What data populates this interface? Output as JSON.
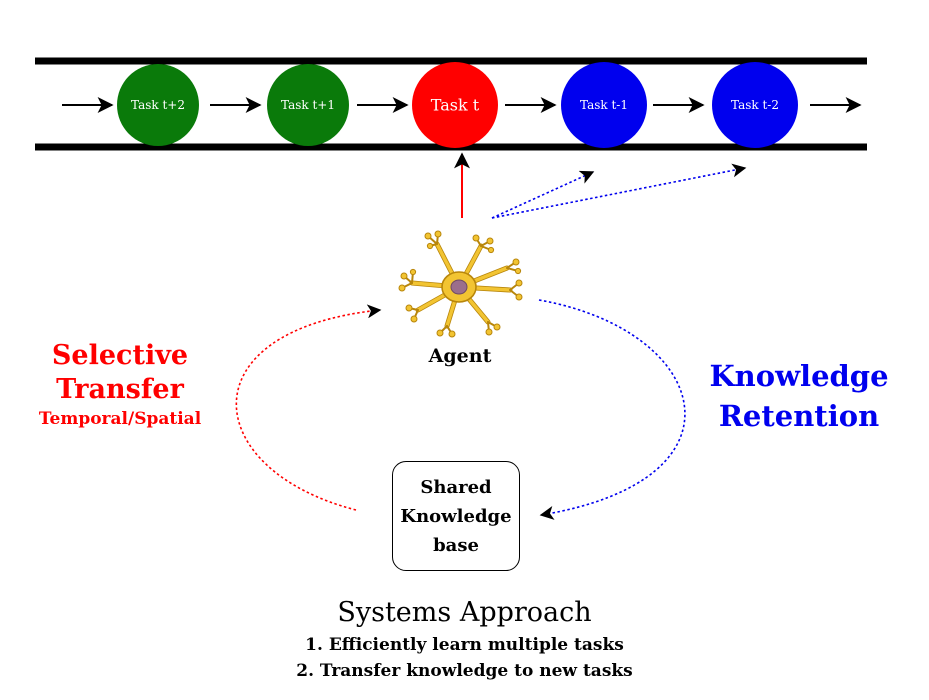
{
  "pipeline": {
    "tasks": [
      {
        "label": "Task t+2",
        "color": "#0a7a0a",
        "status": "future"
      },
      {
        "label": "Task t+1",
        "color": "#0a7a0a",
        "status": "future"
      },
      {
        "label": "Task t",
        "color": "#ff0000",
        "status": "current"
      },
      {
        "label": "Task t-1",
        "color": "#0000ee",
        "status": "past"
      },
      {
        "label": "Task t-2",
        "color": "#0000ee",
        "status": "past"
      }
    ]
  },
  "agent": {
    "label": "Agent",
    "icon": "neuron-icon"
  },
  "selective_transfer": {
    "line1": "Selective",
    "line2": "Transfer",
    "sub": "Temporal/Spatial",
    "color": "#ff0000"
  },
  "knowledge_retention": {
    "line1": "Knowledge",
    "line2": "Retention",
    "color": "#0000ee"
  },
  "knowledge_base": {
    "line1": "Shared",
    "line2": "Knowledge",
    "line3": "base"
  },
  "approach": {
    "title": "Systems Approach",
    "points": [
      "1. Efficiently learn multiple tasks",
      "2. Transfer knowledge to new tasks"
    ]
  }
}
